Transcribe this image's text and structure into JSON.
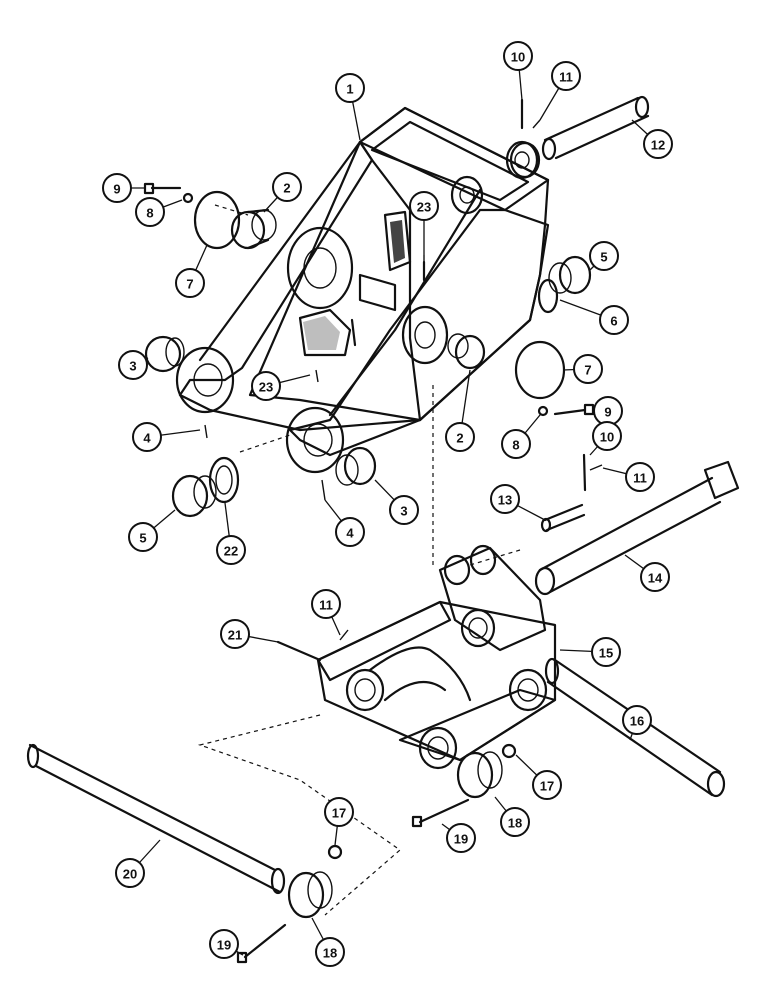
{
  "diagram": {
    "callouts": [
      {
        "label": "1"
      },
      {
        "label": "10"
      },
      {
        "label": "11"
      },
      {
        "label": "12"
      },
      {
        "label": "9"
      },
      {
        "label": "2"
      },
      {
        "label": "8"
      },
      {
        "label": "7"
      },
      {
        "label": "23"
      },
      {
        "label": "5"
      },
      {
        "label": "6"
      },
      {
        "label": "3"
      },
      {
        "label": "7"
      },
      {
        "label": "23"
      },
      {
        "label": "9"
      },
      {
        "label": "8"
      },
      {
        "label": "4"
      },
      {
        "label": "2"
      },
      {
        "label": "10"
      },
      {
        "label": "11"
      },
      {
        "label": "13"
      },
      {
        "label": "5"
      },
      {
        "label": "22"
      },
      {
        "label": "4"
      },
      {
        "label": "3"
      },
      {
        "label": "14"
      },
      {
        "label": "11"
      },
      {
        "label": "21"
      },
      {
        "label": "15"
      },
      {
        "label": "16"
      },
      {
        "label": "17"
      },
      {
        "label": "18"
      },
      {
        "label": "19"
      },
      {
        "label": "20"
      },
      {
        "label": "17"
      },
      {
        "label": "19"
      },
      {
        "label": "18"
      }
    ]
  }
}
